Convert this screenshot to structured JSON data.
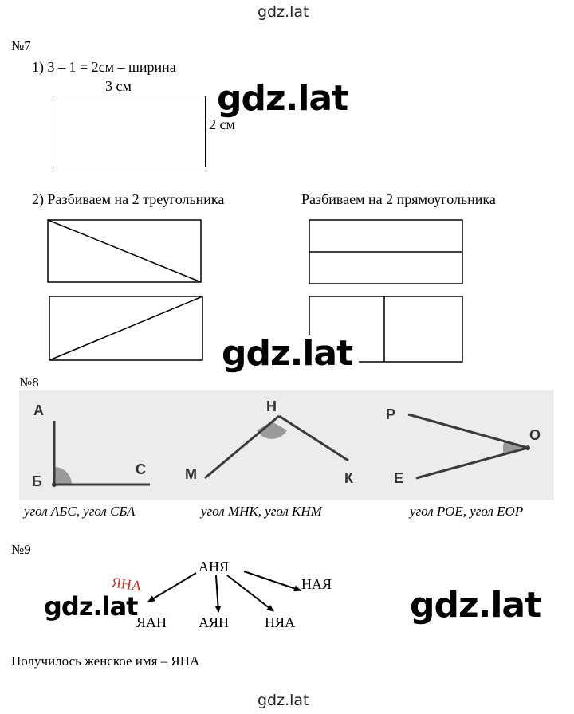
{
  "watermarks": {
    "top": "gdz.lat",
    "bottom": "gdz.lat",
    "big": "gdz.lat"
  },
  "task7": {
    "number": "№7",
    "step1": "1)  3 – 1 = 2см – ширина",
    "length_label": "3 см",
    "width_label": "2 см",
    "step2_left": "2)  Разбиваем на 2 треугольника",
    "step2_right": "Разбиваем на 2 прямоугольника"
  },
  "task8": {
    "number": "№8",
    "figure1": {
      "labels": [
        "А",
        "Б",
        "С"
      ],
      "caption": "угол АБС, угол СБА"
    },
    "figure2": {
      "labels": [
        "Н",
        "М",
        "К"
      ],
      "caption": "угол МНК, угол КНМ"
    },
    "figure3": {
      "labels": [
        "Р",
        "О",
        "Е"
      ],
      "caption": "угол РОЕ, угол ЕОР"
    }
  },
  "task9": {
    "number": "№9",
    "root": "АНЯ",
    "red_word": "ЯНА",
    "words": [
      "ЯАН",
      "АЯН",
      "НЯА",
      "НАЯ"
    ],
    "conclusion": "Получилось женское имя – ЯНА"
  },
  "colors": {
    "red_word": "#c0392b",
    "angle_fill": "#9a9a9a",
    "photo_bg": "#ececec",
    "lines": "#3a3a3a"
  }
}
